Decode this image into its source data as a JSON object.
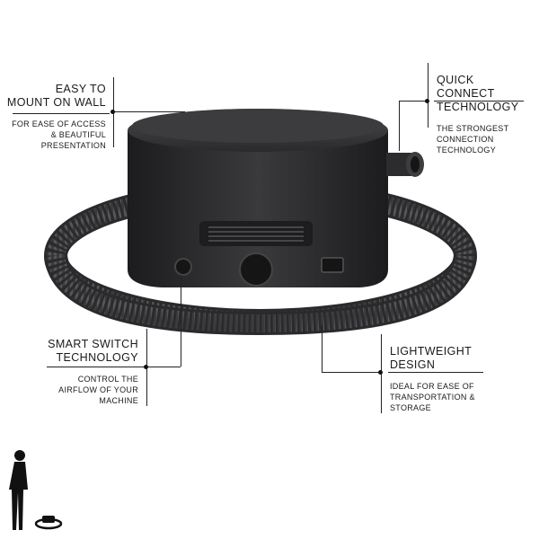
{
  "callouts": {
    "wall": {
      "title_line1": "EASY TO",
      "title_line2": "MOUNT ON WALL",
      "desc_line1": "FOR EASE OF ACCESS",
      "desc_line2": "& BEAUTIFUL",
      "desc_line3": "PRESENTATION"
    },
    "quick": {
      "title_line1": "QUICK CONNECT",
      "title_line2": "TECHNOLOGY",
      "desc_line1": "THE STRONGEST",
      "desc_line2": "CONNECTION",
      "desc_line3": "TECHNOLOGY"
    },
    "smart": {
      "title_line1": "SMART SWITCH",
      "title_line2": "TECHNOLOGY",
      "desc_line1": "CONTROL THE",
      "desc_line2": "AIRFLOW OF YOUR",
      "desc_line3": "MACHINE"
    },
    "light": {
      "title_line1": "LIGHTWEIGHT",
      "title_line2": "DESIGN",
      "desc_line1": "IDEAL FOR EASE OF",
      "desc_line2": "TRANSPORTATION &",
      "desc_line3": "STORAGE"
    }
  },
  "colors": {
    "pump_body": "#2b2b2d",
    "hose": "#3a3a3c",
    "text": "#1a1a1a"
  }
}
